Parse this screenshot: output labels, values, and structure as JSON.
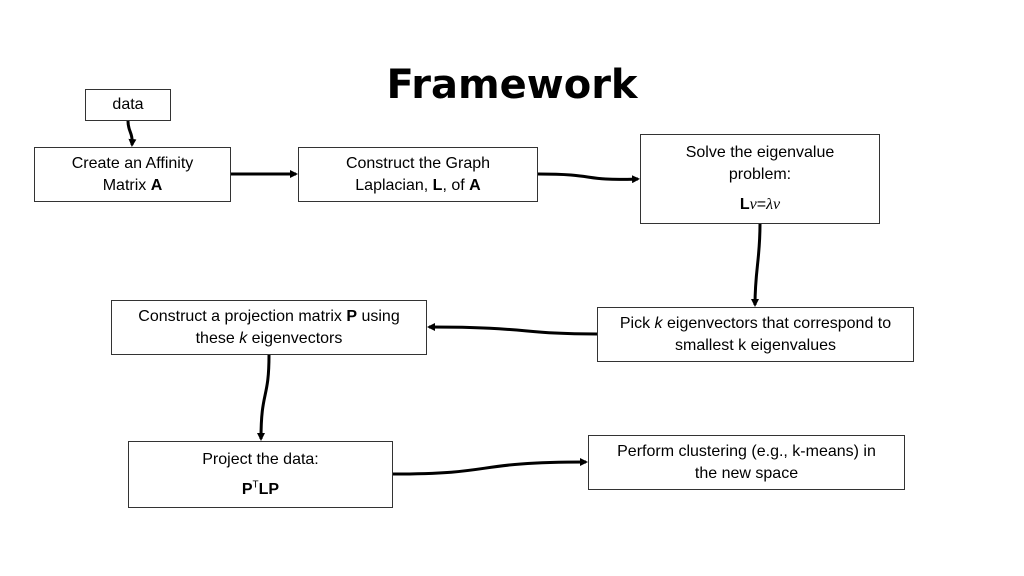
{
  "title": "Framework",
  "boxes": {
    "data": {
      "text": "data"
    },
    "affinity": {
      "line1": "Create an Affinity",
      "line2_pre": "Matrix ",
      "line2_bold": "A"
    },
    "laplacian": {
      "line1": "Construct the Graph",
      "line2_pre": "Laplacian, ",
      "line2_b1": "L",
      "line2_mid": ", of ",
      "line2_b2": "A"
    },
    "eigen": {
      "line1": "Solve the eigenvalue",
      "line2": "problem:",
      "formula_b": "L",
      "formula_v1": "v",
      "formula_eq": "=",
      "formula_lambda": "λ",
      "formula_v2": "v"
    },
    "pick": {
      "line1_pre": "Pick ",
      "line1_k": "k",
      "line1_post": " eigenvectors that correspond to",
      "line2": "smallest k eigenvalues"
    },
    "projection": {
      "line1_pre": "Construct a projection matrix ",
      "line1_bold": "P",
      "line1_post": " using",
      "line2_pre": "these ",
      "line2_k": "k",
      "line2_post": " eigenvectors"
    },
    "project": {
      "line1": "Project the data:",
      "formula_p1": "P",
      "formula_sup": "T",
      "formula_rest": "LP"
    },
    "cluster": {
      "line1": "Perform clustering (e.g., k-means) in",
      "line2": "the new space"
    }
  }
}
